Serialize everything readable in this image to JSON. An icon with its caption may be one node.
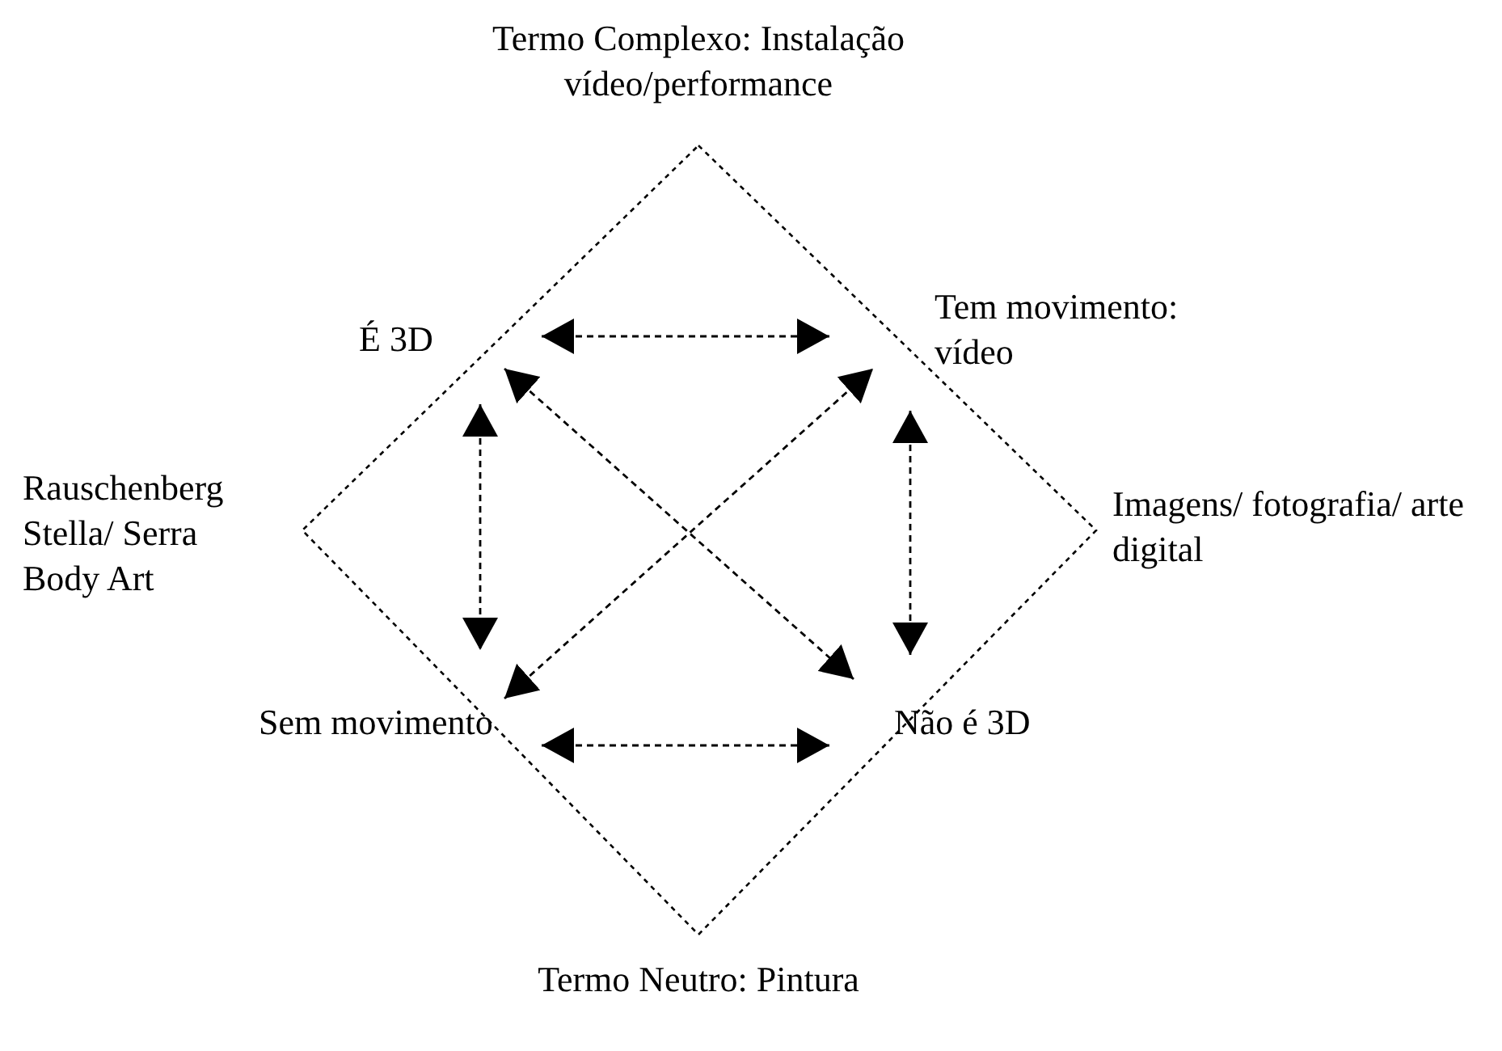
{
  "diagram": {
    "nodes": [
      {
        "text": [
          "É 3D"
        ]
      },
      {
        "text": [
          "Tem movimento: vídeo"
        ]
      },
      {
        "text": [
          "Sem movimento"
        ]
      },
      {
        "text": [
          "Não é 3D"
        ]
      }
    ],
    "edges": [
      {
        "from": 0,
        "to": 1,
        "arrow": "both",
        "style": "dashed"
      },
      {
        "from": 2,
        "to": 3,
        "arrow": "both",
        "style": "dashed"
      },
      {
        "from": 0,
        "to": 2,
        "arrow": "both",
        "style": "dashed"
      },
      {
        "from": 1,
        "to": 3,
        "arrow": "both",
        "style": "dashed"
      },
      {
        "from": 0,
        "to": 3,
        "arrow": "both",
        "style": "dashed"
      },
      {
        "from": 2,
        "to": 1,
        "arrow": "both",
        "style": "dashed"
      }
    ],
    "labels": [
      "Termo Complexo: Instalação vídeo/performance",
      "Rauschenberg Stella/ Serra Body Art",
      "Imagens/ fotografia/ arte digital",
      "Termo Neutro: Pintura"
    ]
  }
}
